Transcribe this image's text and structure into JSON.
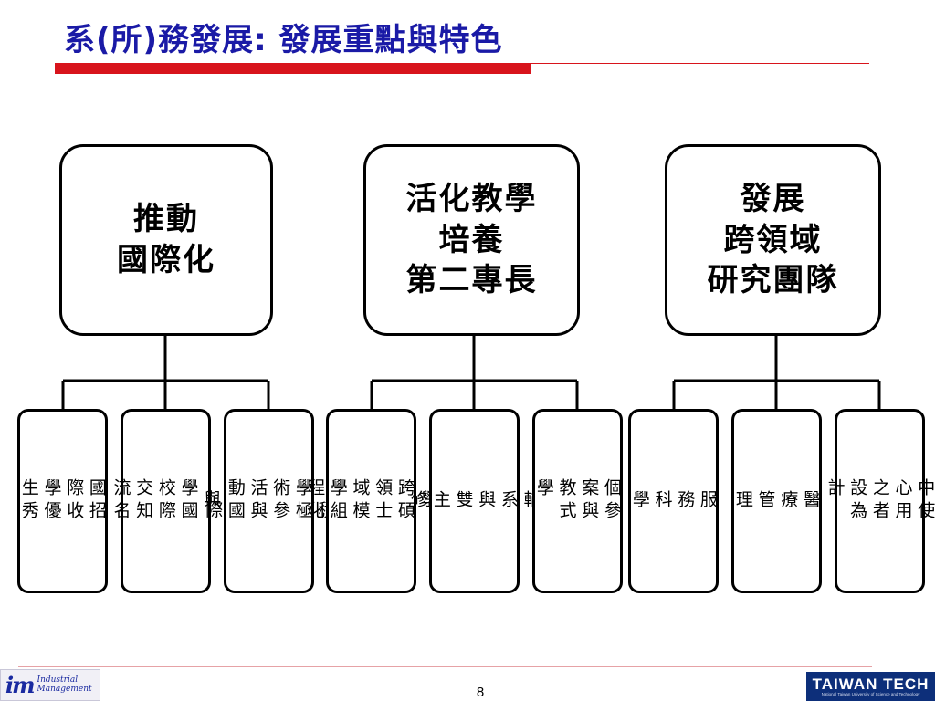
{
  "slide": {
    "title": "系(所)務發展: 發展重點與特色",
    "page_number": "8"
  },
  "colors": {
    "title": "#1a1aa6",
    "accent_bar": "#d8141c",
    "box_border": "#000000",
    "footer_logo_right_bg": "#0d2f7a"
  },
  "diagram": {
    "nodes": [
      {
        "label": "推動\n國際化",
        "children": [
          "國招\n際收\n學優\n生秀",
          " 與\n學國\n校際\n交知\n流名",
          "  積\n學極\n術參\n活與\n動國\n  際"
        ]
      },
      {
        "label": "活化教學\n培養\n第二專長",
        "children": [
          " 學\n跨碩\n領士\n域模\n學組\n程化",
          "輔\n系\n與\n雙\n主\n修",
          "個參\n案與\n教式\n學"
        ]
      },
      {
        "label": "發展\n跨領域\n研究團隊",
        "children": [
          "服\n務\n科\n學",
          "醫\n療\n管\n理",
          "中使\n心用\n之者\n設為\n計"
        ]
      }
    ]
  },
  "footer": {
    "left_logo": {
      "mark": "im",
      "line1": "Industrial",
      "line2": "Management",
      "icon": "industrial-management-logo"
    },
    "right_logo": {
      "main": "TAIWAN TECH",
      "sub": "National Taiwan University of Science and Technology",
      "icon": "taiwan-tech-logo"
    }
  }
}
